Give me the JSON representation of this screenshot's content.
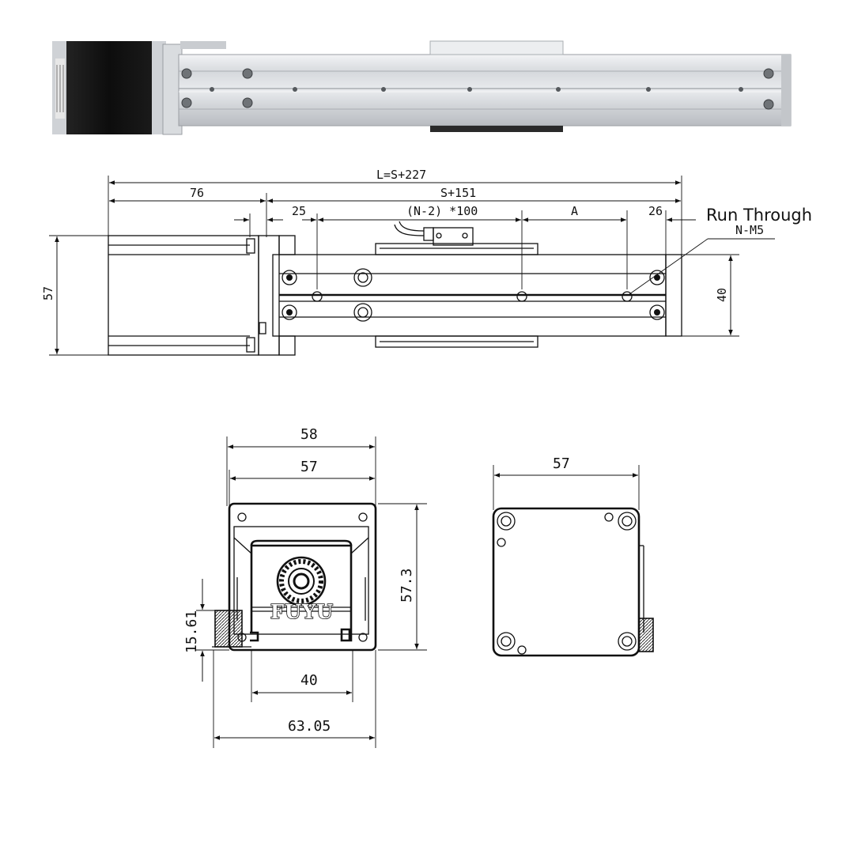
{
  "product_photo": {
    "label_text": "",
    "colors": {
      "rail": "#c9ccd0",
      "rail_light": "#e4e6e9",
      "motor": "#161616",
      "screw": "#6f7377"
    }
  },
  "top_view": {
    "overall_length": "L=S+227",
    "motor_length": "76",
    "stroke_length": "S+151",
    "first_hole_offset": "25",
    "hole_pitch": "(N-2) *100",
    "hole_spacing_a": "A",
    "end_offset": "26",
    "callout_title": "Run Through",
    "callout_thread": "N-M5",
    "motor_height": "57",
    "rail_height": "40"
  },
  "end_view": {
    "width_outer": "58",
    "width_inner": "57",
    "height": "57.3",
    "side_height": "15.61",
    "slot_width": "40",
    "total_width": "63.05",
    "brand": "FUYU"
  },
  "motor_view": {
    "width": "57"
  }
}
